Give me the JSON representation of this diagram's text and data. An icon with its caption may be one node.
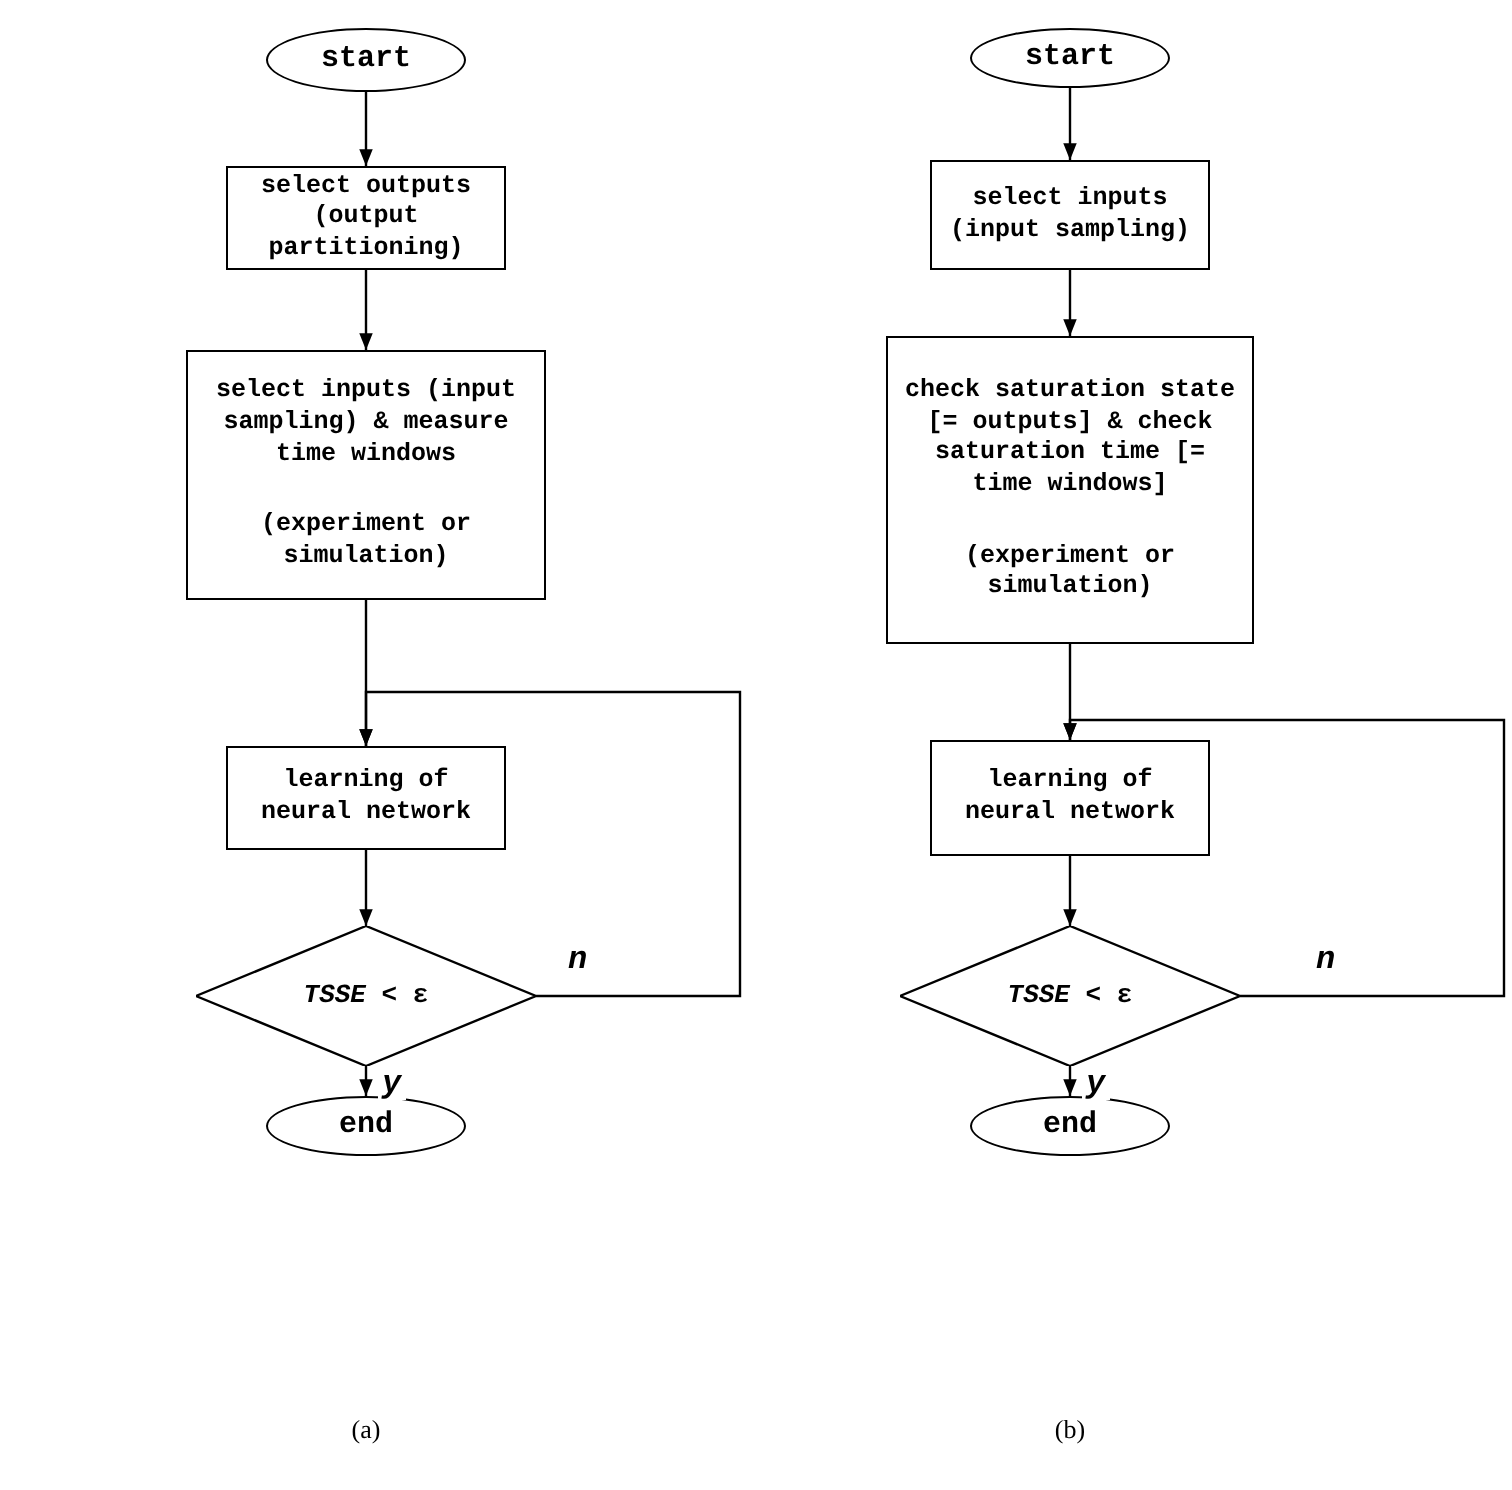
{
  "diagram": {
    "nodes": [
      {
        "text": [
          "start"
        ]
      },
      {
        "text": [
          "select outputs (output partitioning)"
        ]
      },
      {
        "text": [
          "select inputs (input sampling) & measure time windows",
          "(experiment or simulation)"
        ]
      },
      {
        "text": [
          "learning of neural network"
        ]
      },
      {
        "text": [
          "*TSSE* < ε"
        ]
      },
      {
        "text": [
          "end"
        ]
      },
      {
        "text": [
          "start"
        ]
      },
      {
        "text": [
          "select inputs (input sampling)"
        ]
      },
      {
        "text": [
          "check saturation state [= outputs] & check saturation time [= time windows]",
          "(experiment or simulation)"
        ]
      },
      {
        "text": [
          "learning of neural network"
        ]
      },
      {
        "text": [
          "*TSSE* < ε"
        ]
      },
      {
        "text": [
          "end"
        ]
      }
    ],
    "edges": [
      {
        "from": 0,
        "to": 1,
        "arrow": "to"
      },
      {
        "from": 1,
        "to": 2,
        "arrow": "to"
      },
      {
        "from": 2,
        "to": 3,
        "arrow": "to"
      },
      {
        "from": 3,
        "to": 4,
        "arrow": "to"
      },
      {
        "from": 4,
        "to": 3,
        "arrow": "to",
        "label": "n"
      },
      {
        "from": 4,
        "to": 5,
        "arrow": "to",
        "label": "y"
      },
      {
        "from": 6,
        "to": 7,
        "arrow": "to"
      },
      {
        "from": 7,
        "to": 8,
        "arrow": "to"
      },
      {
        "from": 8,
        "to": 9,
        "arrow": "to"
      },
      {
        "from": 9,
        "to": 10,
        "arrow": "to"
      },
      {
        "from": 10,
        "to": 9,
        "arrow": "to",
        "label": "n"
      },
      {
        "from": 10,
        "to": 11,
        "arrow": "to",
        "label": "y"
      }
    ],
    "labels": [
      "(a)",
      "(b)"
    ]
  }
}
